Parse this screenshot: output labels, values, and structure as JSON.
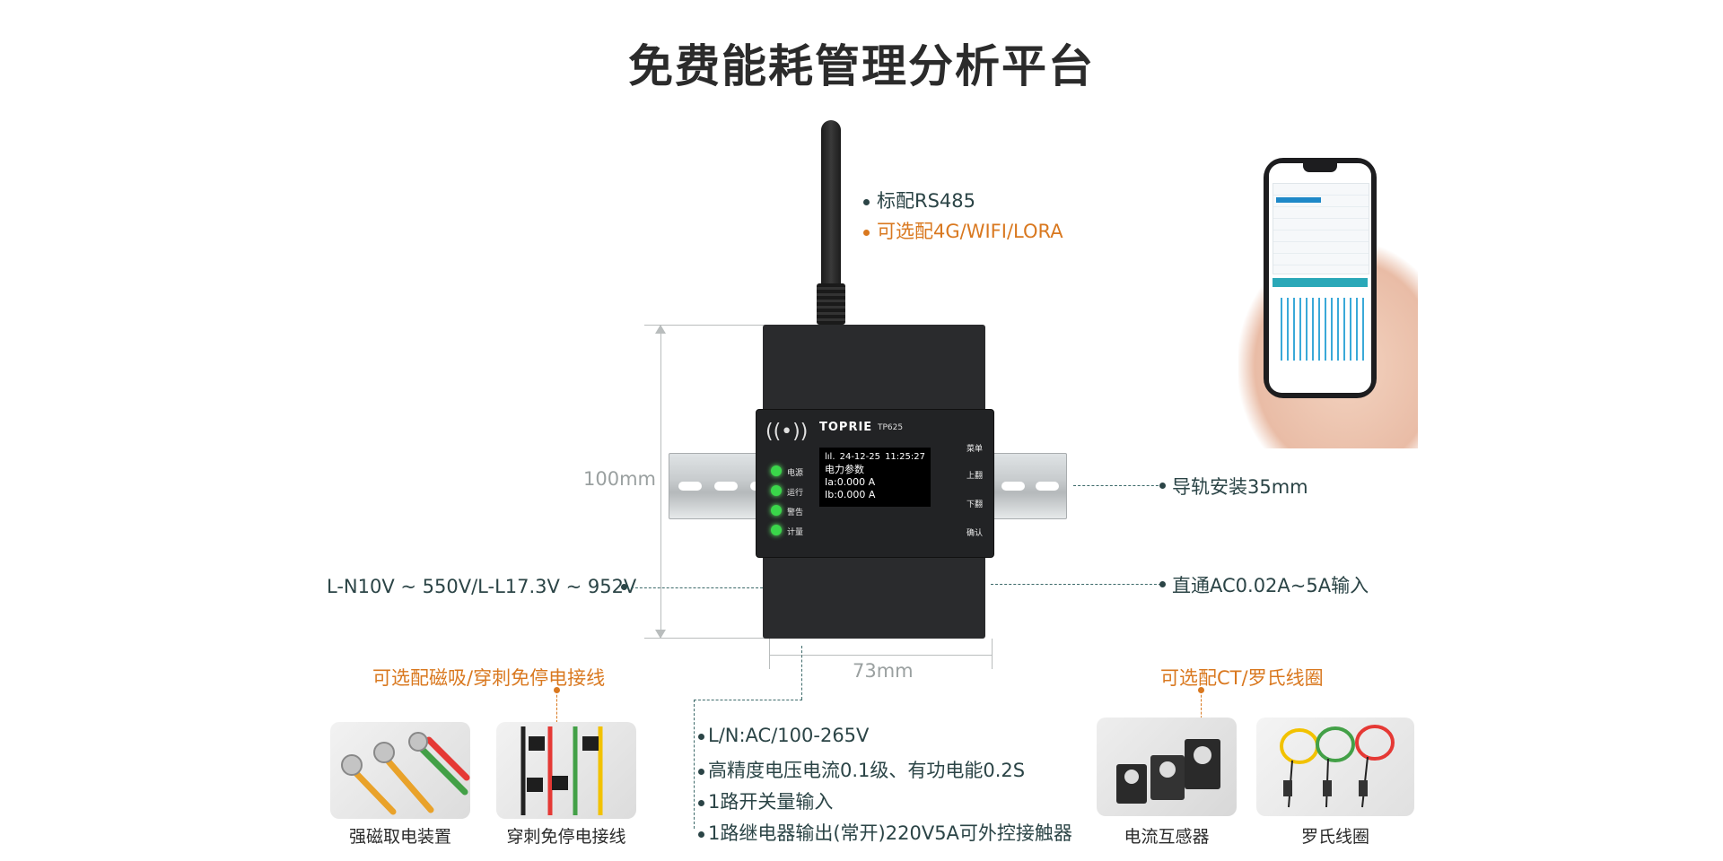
{
  "title": "免费能耗管理分析平台",
  "device": {
    "brand": "TOPRIE",
    "model": "TP625",
    "leds": [
      "电源",
      "运行",
      "警告",
      "计量"
    ],
    "buttons": [
      "菜单",
      "上翻",
      "下翻",
      "确认"
    ],
    "screen": {
      "date": "24-12-25",
      "time": "11:25:27",
      "line1": "电力参数",
      "line2": "Ia:0.000  A",
      "line3": "Ib:0.000  A"
    }
  },
  "labels": {
    "rs485": "标配RS485",
    "wireless": "可选配4G/WIFI/LORA",
    "height": "100mm",
    "width": "73mm",
    "rail": "导轨安装35mm",
    "voltage": "L-N10V ~ 550V/L-L17.3V ~ 952V",
    "current": "直通AC0.02A~5A输入"
  },
  "specs": [
    "L/N:AC/100-265V",
    "高精度电压电流0.1级、有功电能0.2S",
    "1路开关量输入",
    "1路继电器输出(常开)220V5A可外控接触器"
  ],
  "left_option": {
    "title": "可选配磁吸/穿刺免停电接线",
    "items": [
      "强磁取电装置",
      "穿刺免停电接线"
    ]
  },
  "right_option": {
    "title": "可选配CT/罗氏线圈",
    "items": [
      "电流互感器",
      "罗氏线圈"
    ]
  },
  "colors": {
    "accent": "#d9781f",
    "text": "#2b4446",
    "led": "#3ad64a"
  }
}
